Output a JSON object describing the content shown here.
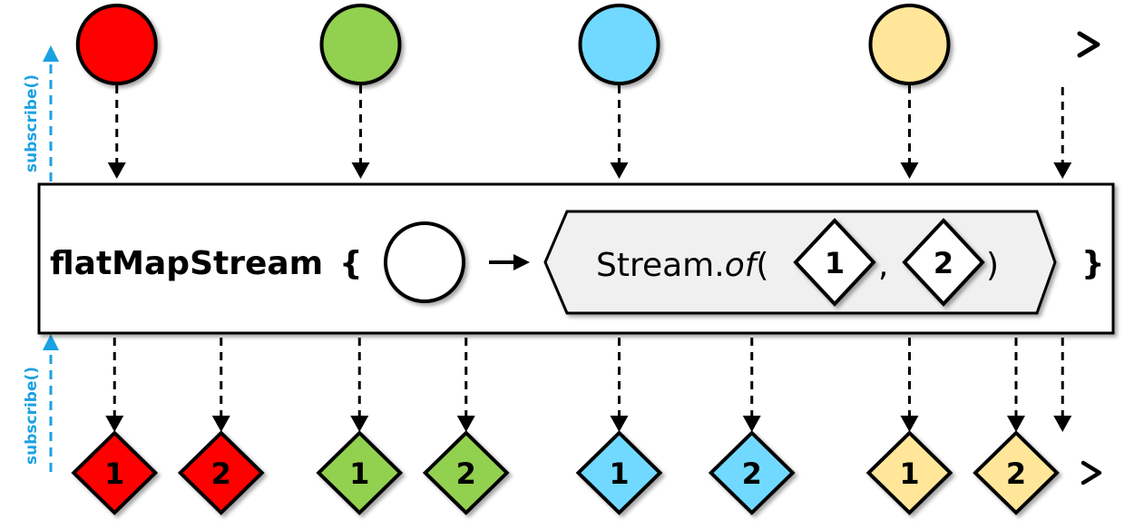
{
  "diagram": {
    "title": "flatMapStream marble diagram",
    "subscribe_label": "subscribe()",
    "subscribe_color": "#1ba1e2",
    "operator": {
      "name": "flatMapStream",
      "open_brace": "{",
      "close_brace": "}",
      "input_shape": "circle",
      "arrow_icon": "right-arrow",
      "function_prefix": "Stream.",
      "function_name": "of",
      "open_paren": "(",
      "separator": ",",
      "close_paren": ")",
      "args": [
        "1",
        "2"
      ],
      "box_fill": "#f0f0f0"
    },
    "source": {
      "events": [
        {
          "color": "#ff0000",
          "time": 0.103
        },
        {
          "color": "#92d050",
          "time": 0.318
        },
        {
          "color": "#71d9ff",
          "time": 0.546
        },
        {
          "color": "#ffe699",
          "time": 0.802
        }
      ],
      "complete_time": 0.937
    },
    "result": {
      "events": [
        {
          "label": "1",
          "color": "#ff0000",
          "time": 0.101
        },
        {
          "label": "2",
          "color": "#ff0000",
          "time": 0.195
        },
        {
          "label": "1",
          "color": "#92d050",
          "time": 0.317
        },
        {
          "label": "2",
          "color": "#92d050",
          "time": 0.411
        },
        {
          "label": "1",
          "color": "#71d9ff",
          "time": 0.546
        },
        {
          "label": "2",
          "color": "#71d9ff",
          "time": 0.663
        },
        {
          "label": "1",
          "color": "#ffe699",
          "time": 0.802
        },
        {
          "label": "2",
          "color": "#ffe699",
          "time": 0.896
        }
      ],
      "complete_time": 0.937
    }
  }
}
